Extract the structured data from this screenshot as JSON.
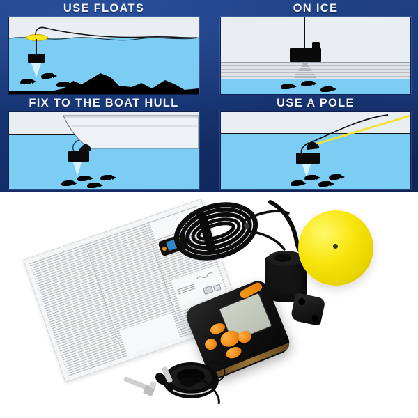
{
  "image": {
    "title": "Portable Fish Finder - mounting methods and package contents",
    "layout": "top half: four instructional illustration panels on blue background; bottom half: product photo on white"
  },
  "banner": {
    "background_color": "#16377e",
    "panels": [
      {
        "id": "use-floats",
        "title": "USE FLOATS",
        "description": "Sonar sensor suspended from a yellow surface float, cable running across the water surface, fish and rocky bottom below",
        "elements": [
          "yellow-float",
          "sensor-cable",
          "transducer",
          "sonar-cone",
          "fish",
          "rocky-bottom"
        ],
        "fish_count": 3,
        "colors": {
          "sky": "#e9eef2",
          "water": "#7ccdf4",
          "float": "#f7e51e",
          "bottom": "#000000"
        }
      },
      {
        "id": "on-ice",
        "title": "ON ICE",
        "description": "Sensor sitting on top of ice layer, sonar beam penetrating the ice into water with fish below",
        "elements": [
          "transducer-on-ice",
          "ice-layers",
          "sonar-cone",
          "fish"
        ],
        "fish_count": 3,
        "colors": {
          "sky": "#e9eef2",
          "ice": "#dfe3e7",
          "water": "#7ccdf4"
        }
      },
      {
        "id": "fix-to-the-boat-hull",
        "title": "FIX TO THE BOAT HULL",
        "description": "Sensor bracket-mounted on the underside of a boat hull, sonar cone aimed downward at fish",
        "elements": [
          "boat-hull",
          "mount-bracket",
          "transducer",
          "sonar-cone",
          "fish"
        ],
        "fish_count": 4,
        "colors": {
          "sky": "#e9eef2",
          "water": "#7ccdf4",
          "hull": "#e9eef2"
        }
      },
      {
        "id": "use-a-pole",
        "title": "USE A POLE",
        "description": "Sensor attached to the end of a fishing pole with cable, submerged just under the surface above fish",
        "elements": [
          "fishing-pole",
          "sensor-cable",
          "transducer",
          "sonar-cone",
          "fish"
        ],
        "fish_count": 4,
        "colors": {
          "sky": "#e9eef2",
          "water": "#7ccdf4",
          "pole": "#f2e23a"
        }
      }
    ]
  },
  "product_photo": {
    "background_color": "#ffffff",
    "items": [
      {
        "id": "manual",
        "label": "Instruction manual / user guide sheet",
        "color": "#f4f5f6"
      },
      {
        "id": "cable-coil",
        "label": "Coiled sensor cable with velcro strap",
        "color": "#0d0d0d"
      },
      {
        "id": "transducer",
        "label": "Round sonar transducer sensor",
        "color": "#141414"
      },
      {
        "id": "float",
        "label": "Yellow foam float disc",
        "color": "#f8e50c"
      },
      {
        "id": "display-unit",
        "label": "Handheld fish finder display unit",
        "color": "#121212"
      },
      {
        "id": "lcd-screen",
        "label": "LCD sonar display screen",
        "color": "#c4c9bd"
      },
      {
        "id": "keypad",
        "label": "Orange rubber button keypad",
        "color": "#f08a12"
      },
      {
        "id": "mount-bracket",
        "label": "Black plastic mounting bracket",
        "color": "#111111"
      },
      {
        "id": "clamp",
        "label": "Rubber clamp mount with strap",
        "color": "#0a0a0a"
      },
      {
        "id": "screw",
        "label": "Metal mounting screw / bolt",
        "color": "#c0c0c0"
      },
      {
        "id": "lanyard",
        "label": "Wrist lanyard cord",
        "color": "#0c0c0c"
      }
    ]
  }
}
